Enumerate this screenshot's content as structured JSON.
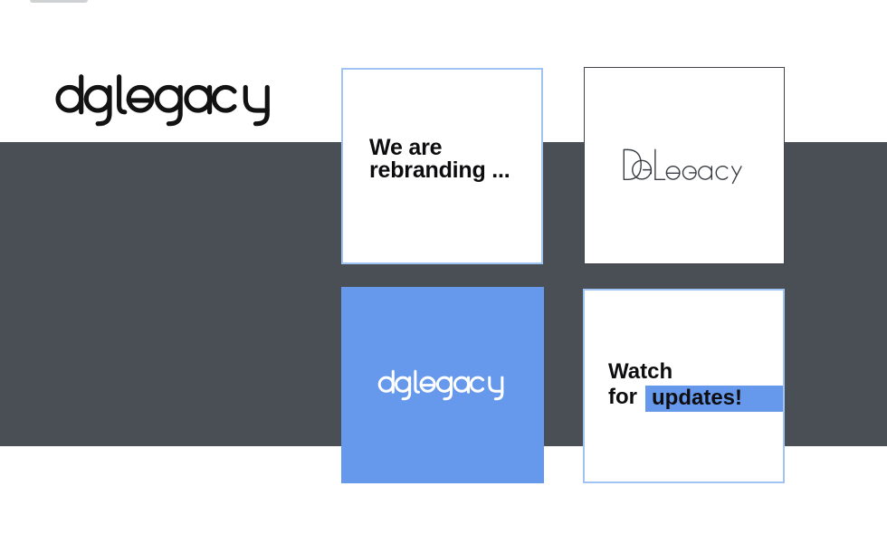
{
  "colors": {
    "band": "#4a4e55",
    "accent_blue": "#6699ec",
    "light_blue_border": "#9fc3f2",
    "dark_border": "#42454b",
    "logo_black": "#121213",
    "logo_white": "#ffffff",
    "text_dark": "#0d0d0f"
  },
  "header": {
    "logo_text": "dglegacy"
  },
  "cards": {
    "rebranding": {
      "lines": [
        "We are",
        "rebranding ..."
      ]
    },
    "new_logo": {
      "monogram": "DGL",
      "suffix": "EGACY",
      "full_name": "DGLegacy"
    },
    "blue_logo": {
      "logo_text": "dglegacy"
    },
    "updates": {
      "line1": "Watch",
      "line2_prefix": "for",
      "line2_highlight": "updates!"
    }
  }
}
